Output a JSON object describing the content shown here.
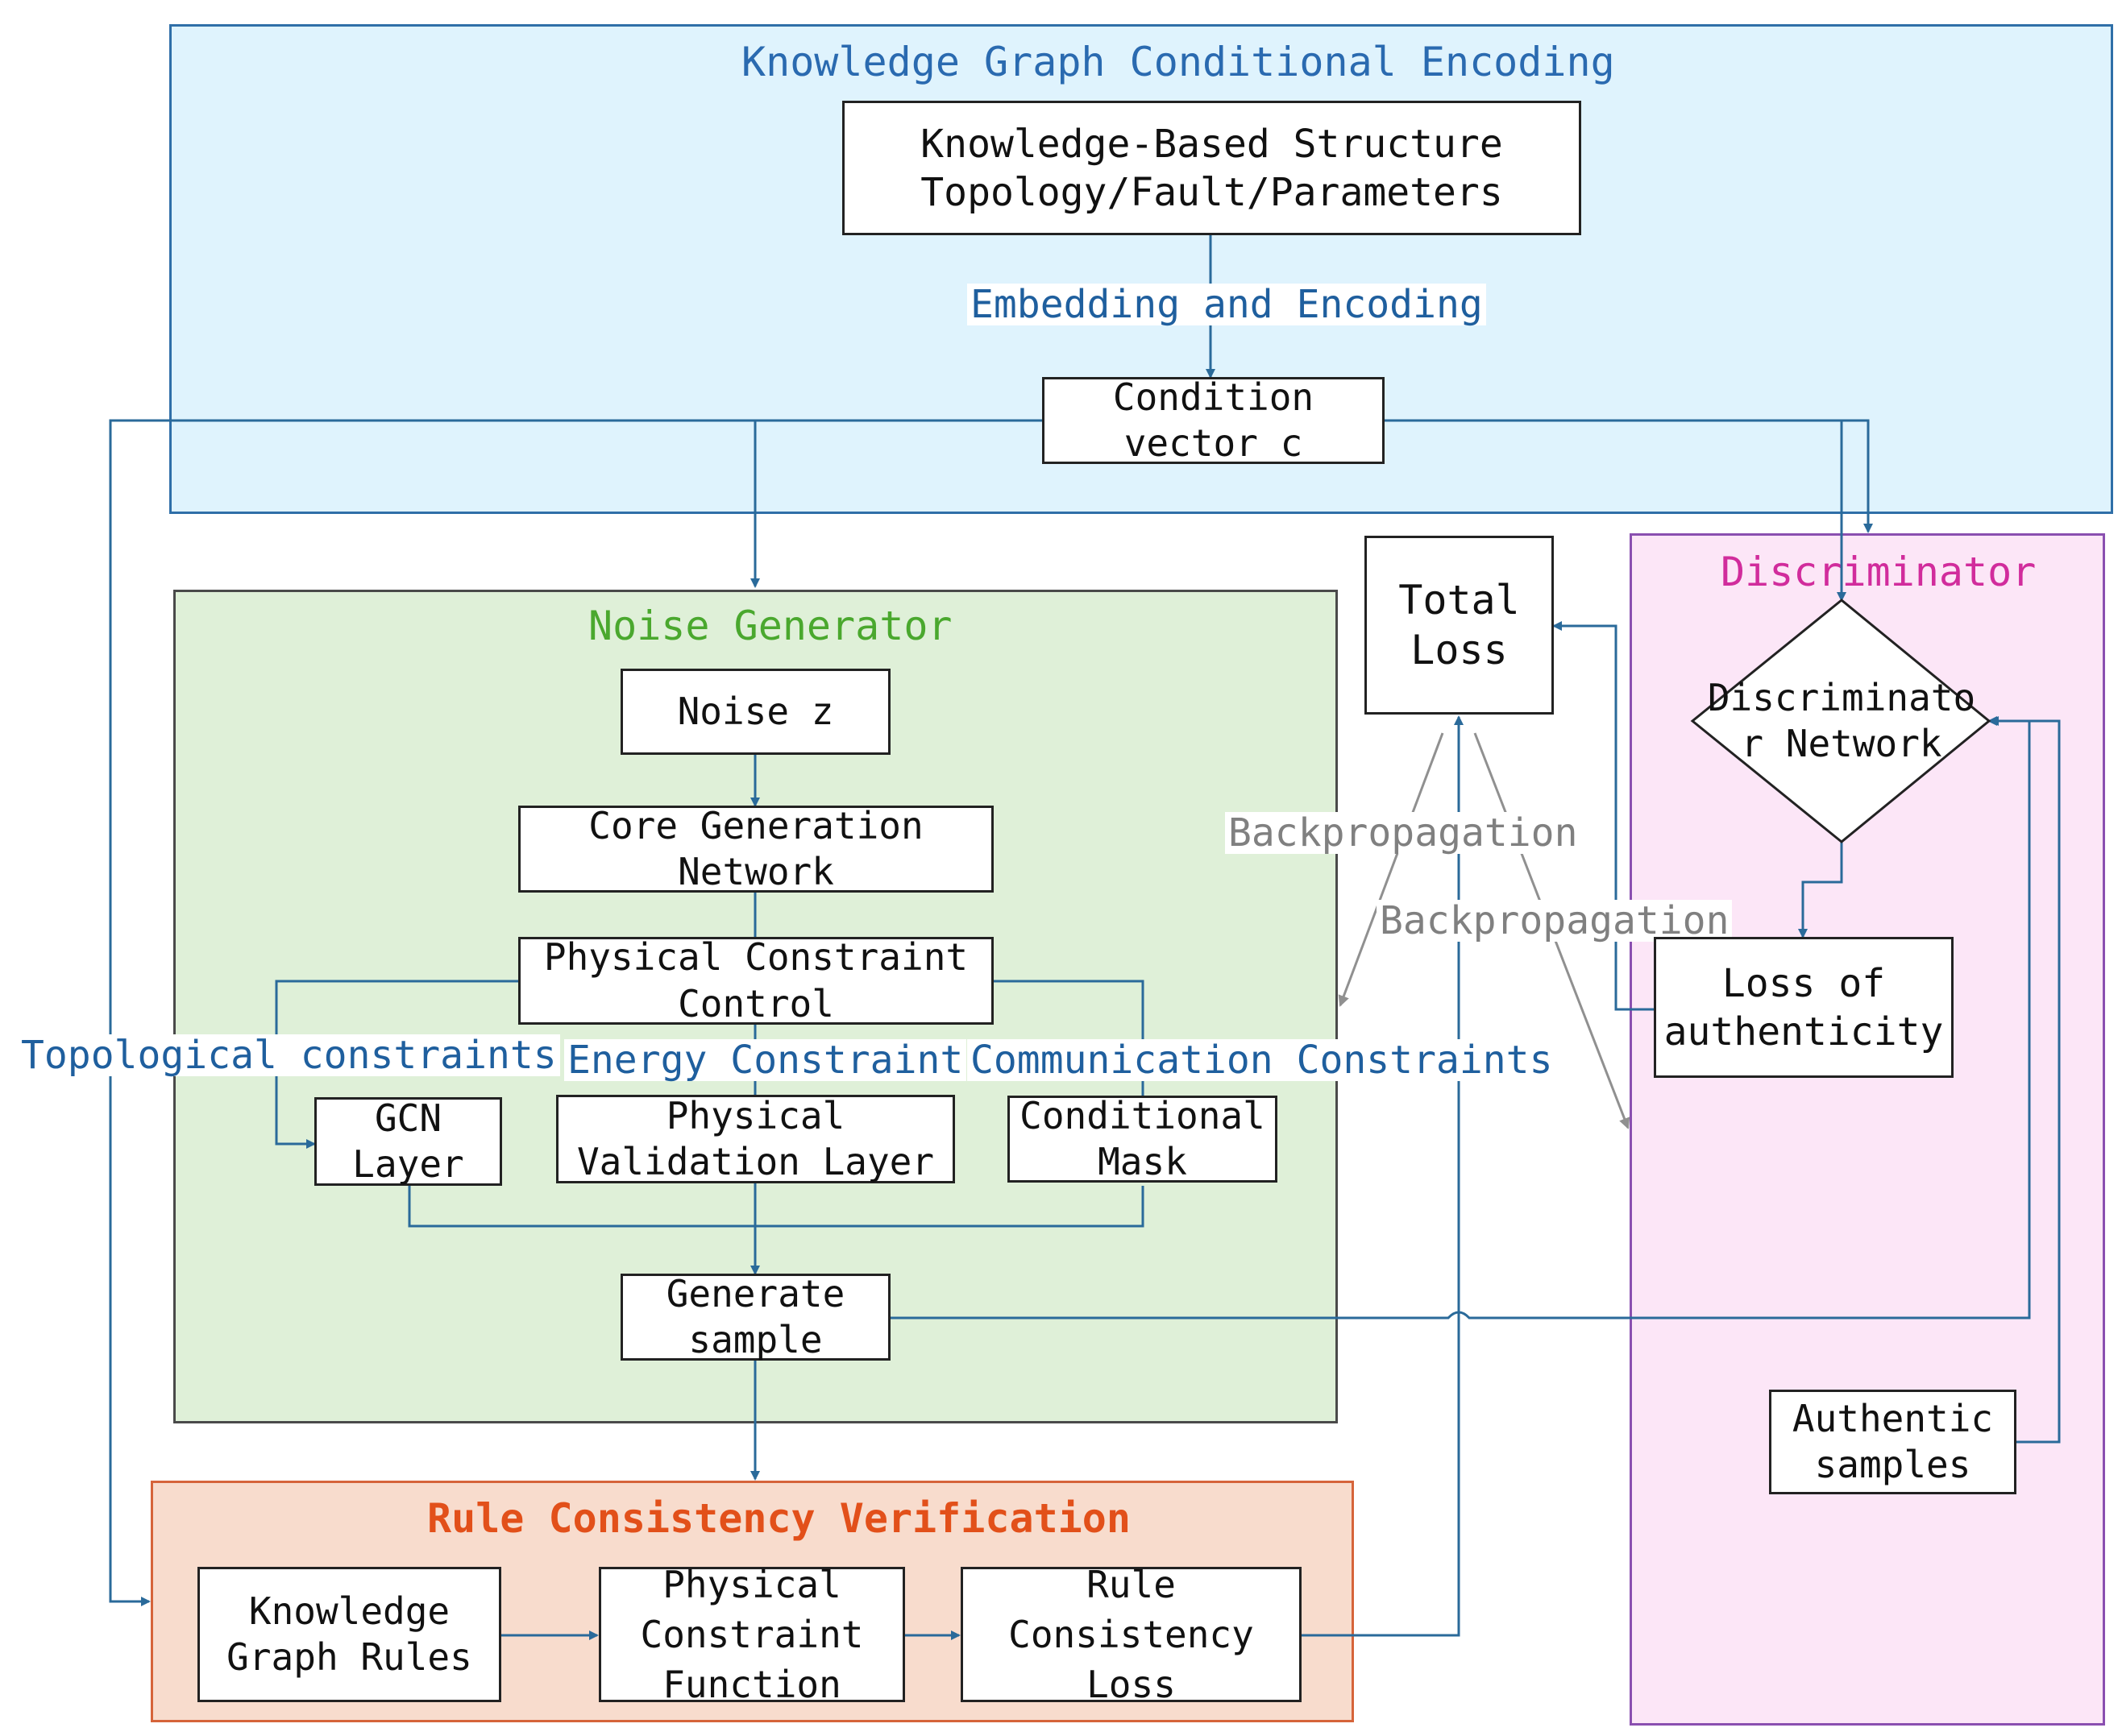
{
  "regions": {
    "kg_encoding": "Knowledge Graph Conditional Encoding",
    "noise_generator": "Noise Generator",
    "discriminator": "Discriminator",
    "rule_verification": "Rule Consistency Verification"
  },
  "nodes": {
    "kb_structure": [
      "Knowledge-Based Structure",
      "Topology/Fault/Parameters"
    ],
    "condition_vector": [
      "Condition",
      "vector c"
    ],
    "noise_z": [
      "Noise z"
    ],
    "core_network": [
      "Core Generation",
      "Network"
    ],
    "physical_constraint_control": [
      "Physical Constraint",
      "Control"
    ],
    "gcn_layer": [
      "GCN",
      "Layer"
    ],
    "physical_validation": [
      "Physical",
      "Validation Layer"
    ],
    "conditional_mask": [
      "Conditional",
      "Mask"
    ],
    "generate_sample": [
      "Generate",
      "sample"
    ],
    "total_loss": [
      "Total",
      "Loss"
    ],
    "discriminator_network": [
      "Discriminato",
      "r Network"
    ],
    "loss_authenticity": [
      "Loss of",
      "authenticity"
    ],
    "authentic_samples": [
      "Authentic",
      "samples"
    ],
    "kg_rules": [
      "Knowledge",
      "Graph Rules"
    ],
    "physical_constraint_function": [
      "Physical",
      "Constraint",
      "Function"
    ],
    "rule_consistency_loss": [
      "Rule",
      "Consistency",
      "Loss"
    ]
  },
  "edge_labels": {
    "embedding": "Embedding and Encoding",
    "topological": "Topological constraints",
    "energy": "Energy Constraint",
    "communication": "Communication Constraints",
    "backprop_1": "Backpropagation",
    "backprop_2": "Backpropagation"
  },
  "colors": {
    "kg_fill": "#dff3fd",
    "kg_border": "#2f6fa8",
    "kg_title": "#2a6ab0",
    "gen_fill": "#dff0d8",
    "gen_border": "#4a4a4a",
    "gen_title": "#4aa82e",
    "disc_fill": "#fce6f7",
    "disc_border": "#8a4fb0",
    "disc_title": "#d12c9c",
    "rule_fill": "#f8dccd",
    "rule_border": "#d6643a",
    "rule_title": "#e2501a",
    "arrow": "#2a6a9a",
    "label_blue": "#1f5f9e",
    "backprop": "#909090"
  }
}
